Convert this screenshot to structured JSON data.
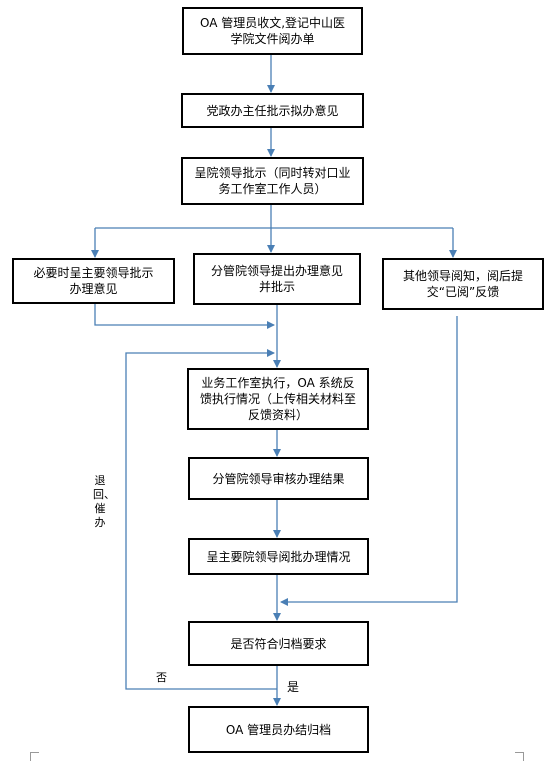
{
  "nodes": {
    "receive": "OA 管理员收文,登记中山医学院文件阅办单",
    "office": "党政办主任批示拟办意见",
    "leader": "呈院领导批示（同时转对口业务工作室工作人员）",
    "major": "必要时呈主要领导批示办理意见",
    "incharge": "分管院领导提出办理意见并批示",
    "others": "其他领导阅知，阅后提交“已阅”反馈",
    "execute": "业务工作室执行，OA 系统反馈执行情况（上传相关材料至反馈资料）",
    "review": "分管院领导审核办理结果",
    "approve": "呈主要院领导阅批办理情况",
    "check": "是否符合归档要求",
    "archive": "OA 管理员办结归档"
  },
  "labels": {
    "yes": "是",
    "no": "否",
    "return": "退回、催办"
  },
  "colors": {
    "arrow": "#4a7fb5",
    "border": "#000000"
  }
}
